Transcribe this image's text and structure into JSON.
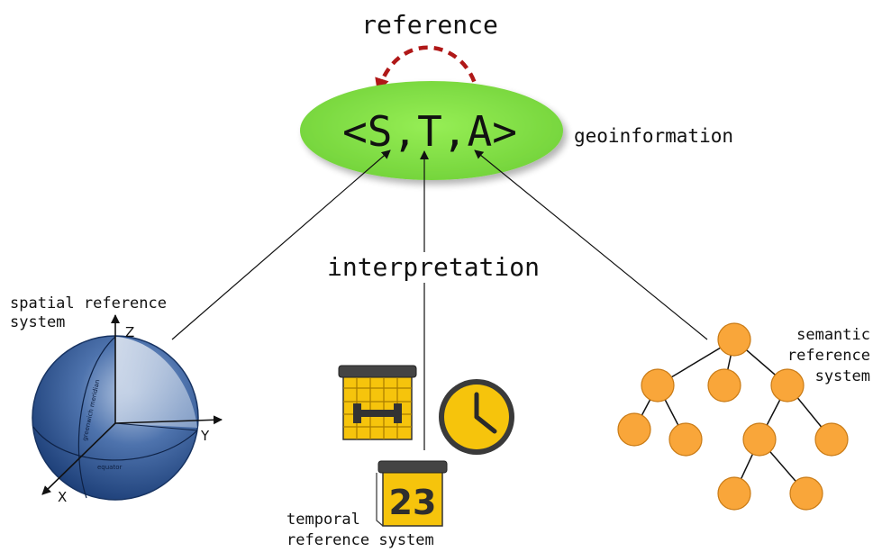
{
  "title": "reference",
  "core": {
    "label": "<S,T,A>",
    "caption": "geoinformation",
    "fill": "#8ee84a"
  },
  "interpretation": "interpretation",
  "spatial": {
    "label_line1": "spatial reference",
    "label_line2": "system",
    "axis_z": "Z",
    "axis_y": "Y",
    "axis_x": "X",
    "meridian": "greenwich meridian",
    "equator": "equator",
    "sphere_color": "#2d5696"
  },
  "temporal": {
    "label_line1": "temporal",
    "label_line2": "reference system",
    "day": "23",
    "accent": "#f6c40c"
  },
  "semantic": {
    "label_line1": "semantic",
    "label_line2": "reference",
    "label_line3": "system",
    "node_color": "#f9a63a"
  },
  "colors": {
    "reference_arrow": "#b01818",
    "edge": "#111111"
  }
}
